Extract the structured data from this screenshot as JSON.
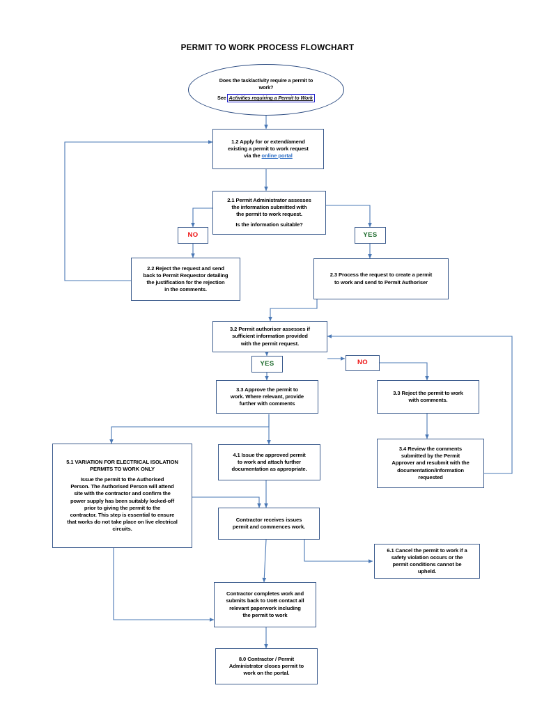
{
  "page": {
    "title": "PERMIT TO WORK PROCESS FLOWCHART",
    "background": "#ffffff",
    "line_color": "#4a78b5",
    "box_border_color": "#3a5a8c",
    "no_color": "#ee1111",
    "yes_color": "#1d6b2c",
    "link_color": "#2b6cc4"
  },
  "nodes": {
    "start": {
      "shape": "ellipse",
      "line1": "Does the task/activity require a permit to",
      "line2": "work?",
      "see_label": "See",
      "link_text": "Activities requiring a Permit to Work"
    },
    "n12": {
      "line1": "1.2 Apply for or extend/amend",
      "line2": "existing  a permit to work request",
      "line3_prefix": "via the ",
      "link_text": "online portal"
    },
    "n21": {
      "line1": "2.1 Permit Administrator assesses",
      "line2": "the information submitted with",
      "line3": "the permit to work request.",
      "line4": "Is the information suitable?"
    },
    "tag_no_1": {
      "label": "NO"
    },
    "tag_yes_1": {
      "label": "YES"
    },
    "n22": {
      "line1": "2.2 Reject the request and send",
      "line2": "back to Permit Requestor detailing",
      "line3": "the justification for the rejection",
      "line4": "in the comments."
    },
    "n23": {
      "line1": "2.3 Process the request to create a permit",
      "line2": "to work and send to Permit Authoriser"
    },
    "n32": {
      "line1": "3.2 Permit authoriser assesses if",
      "line2": "sufficient information provided",
      "line3": "with the permit request."
    },
    "tag_yes_2": {
      "label": "YES"
    },
    "tag_no_2": {
      "label": "NO"
    },
    "n33a": {
      "line1": "3.3 Approve the permit to",
      "line2": "work. Where relevant, provide",
      "line3": "further with comments"
    },
    "n33b": {
      "line1": "3.3 Reject the permit to work",
      "line2": "with comments."
    },
    "n34": {
      "line1": "3.4 Review the comments",
      "line2": "submitted by the Permit",
      "line3": "Approver and resubmit with the",
      "line4": "documentation/information",
      "line5": "requested"
    },
    "n51": {
      "heading1": "5.1 VARIATION FOR ELECTRICAL ISOLATION",
      "heading2": "PERMITS TO WORK ONLY",
      "body1": "Issue the permit to the Authorised",
      "body2": "Person.  The Authorised Person will attend",
      "body3": "site with the contractor and confirm the",
      "body4": "power supply has been suitably locked-off",
      "body5": "prior to giving the permit to the",
      "body6": "contractor.  This step is essential to ensure",
      "body7": "that works do not take place on live electrical",
      "body8": "circuits."
    },
    "n41": {
      "line1": "4.1 Issue the approved permit",
      "line2": "to work and attach further",
      "line3": "documentation as appropriate."
    },
    "n_receives": {
      "line1": "Contractor receives issues",
      "line2": "permit and commences work."
    },
    "n61": {
      "line1": "6.1 Cancel the permit to work if a",
      "line2": "safety violation occurs or the",
      "line3": "permit conditions cannot be",
      "line4": "upheld."
    },
    "n_completes": {
      "line1": "Contractor completes work and",
      "line2": "submits back to UoB contact all",
      "line3": "relevant paperwork including",
      "line4": "the permit to work"
    },
    "n80": {
      "line1": "8.0 Contractor / Permit",
      "line2": "Administrator closes permit to",
      "line3": "work on the portal."
    }
  }
}
